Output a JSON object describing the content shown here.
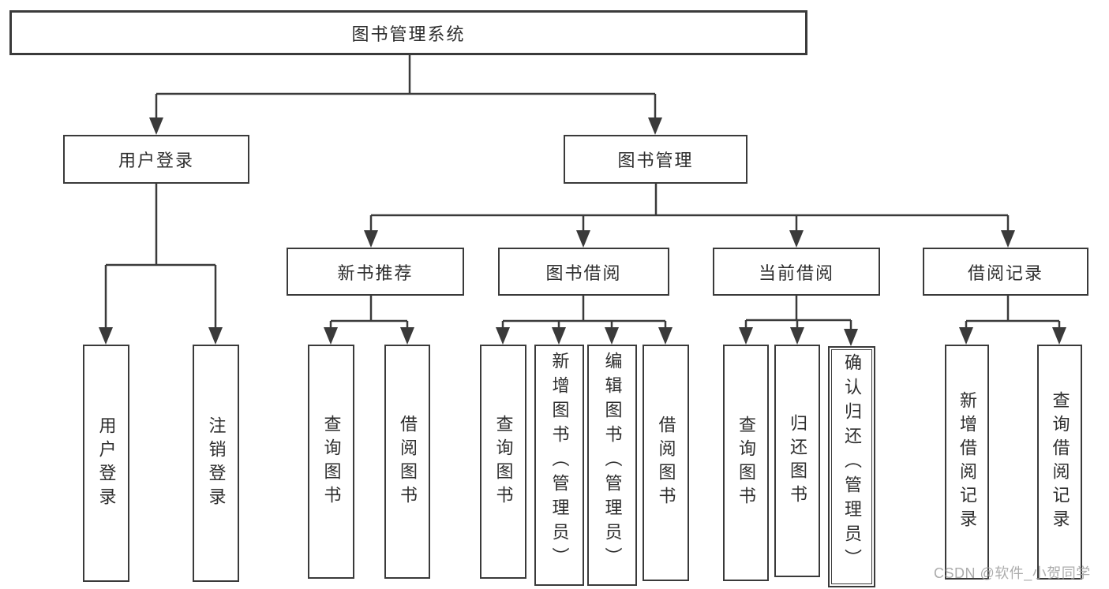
{
  "tree": {
    "root": {
      "label": "图书管理系统"
    },
    "children": [
      {
        "label": "用户登录",
        "children": [
          {
            "label": "用户登录"
          },
          {
            "label": "注销登录"
          }
        ]
      },
      {
        "label": "图书管理",
        "children": [
          {
            "label": "新书推荐",
            "children": [
              {
                "label": "查询图书"
              },
              {
                "label": "借阅图书"
              }
            ]
          },
          {
            "label": "图书借阅",
            "children": [
              {
                "label": "查询图书"
              },
              {
                "label": "新增图书（管理员）"
              },
              {
                "label": "编辑图书（管理员）"
              },
              {
                "label": "借阅图书"
              }
            ]
          },
          {
            "label": "当前借阅",
            "children": [
              {
                "label": "查询图书"
              },
              {
                "label": "归还图书"
              },
              {
                "label": "确认归还（管理员）"
              }
            ]
          },
          {
            "label": "借阅记录",
            "children": [
              {
                "label": "新增借阅记录"
              },
              {
                "label": "查询借阅记录"
              }
            ]
          }
        ]
      }
    ]
  },
  "watermark": {
    "text": "CSDN @软件_小贺同学"
  },
  "colors": {
    "line": "#3a3a3a",
    "text": "#2e2e2e",
    "background": "#ffffff",
    "watermark": "#9e9e9e"
  }
}
